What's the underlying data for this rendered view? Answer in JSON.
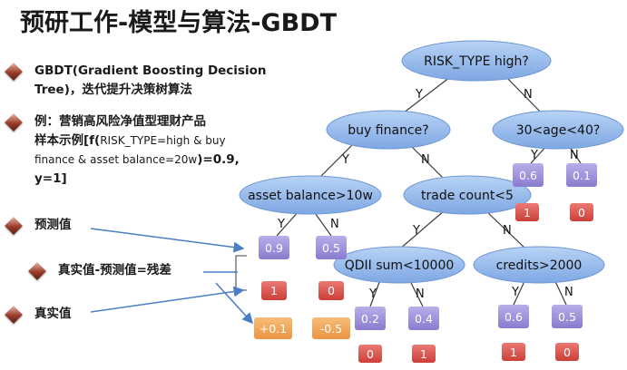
{
  "title": "预研工作-模型与算法-GBDT",
  "bullets": [
    {
      "line1": "GBDT(Gradient Boosting Decision",
      "line2": "Tree)，迭代提升决策树算法"
    },
    {
      "line1": "例：营销高风险净值型理财产品",
      "line2": "样本示例[f(",
      "line2_small": "RISK_TYPE=high & buy",
      "line3_small": "finance & asset balance=20w",
      "line3": ")=0.9,",
      "line4": "y=1]"
    },
    {
      "label": "预测值"
    },
    {
      "label": "真实值-预测值=残差"
    },
    {
      "label": "真实值"
    }
  ],
  "tree": {
    "nodes": {
      "root": "RISK_TYPE high?",
      "buy_finance": "buy finance?",
      "age": "30<age<40?",
      "asset_balance": "asset balance>10w",
      "trade_count": "trade count<5",
      "qdii": "QDII sum<10000",
      "credits": "credits>2000"
    },
    "edge_labels": {
      "yes": "Y",
      "no": "N"
    },
    "leaves": {
      "age_y": {
        "pred": "0.6",
        "true": "1"
      },
      "age_n": {
        "pred": "0.1",
        "true": "0"
      },
      "asset_y": {
        "pred": "0.9",
        "true": "1",
        "residual": "+0.1"
      },
      "asset_n": {
        "pred": "0.5",
        "true": "0",
        "residual": "-0.5"
      },
      "qdii_y": {
        "pred": "0.2",
        "true": "0"
      },
      "qdii_n": {
        "pred": "0.4",
        "true": "1"
      },
      "credits_y": {
        "pred": "0.6",
        "true": "1"
      },
      "credits_n": {
        "pred": "0.5",
        "true": "0"
      }
    }
  },
  "colors": {
    "node_fill": "#8fb6ea",
    "pred_fill": "#9c8fd6",
    "true_fill": "#d9534f",
    "residual_fill": "#f0a050",
    "bullet_dark": "#9a3b2b"
  }
}
